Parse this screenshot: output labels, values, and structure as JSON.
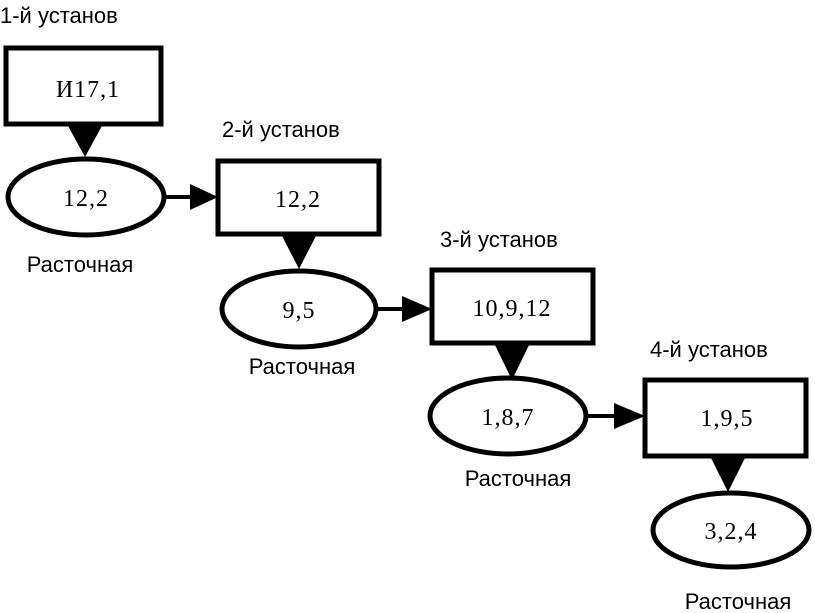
{
  "stages": [
    {
      "title": "1-й установ",
      "box": "И17,1",
      "ellipse": "12,2",
      "operation": "Расточная"
    },
    {
      "title": "2-й установ",
      "box": "12,2",
      "ellipse": "9,5",
      "operation": "Расточная"
    },
    {
      "title": "3-й установ",
      "box": "10,9,12",
      "ellipse": "1,8,7",
      "operation": "Расточная"
    },
    {
      "title": "4-й установ",
      "box": "1,9,5",
      "ellipse": "3,2,4",
      "operation": "Расточная"
    }
  ]
}
